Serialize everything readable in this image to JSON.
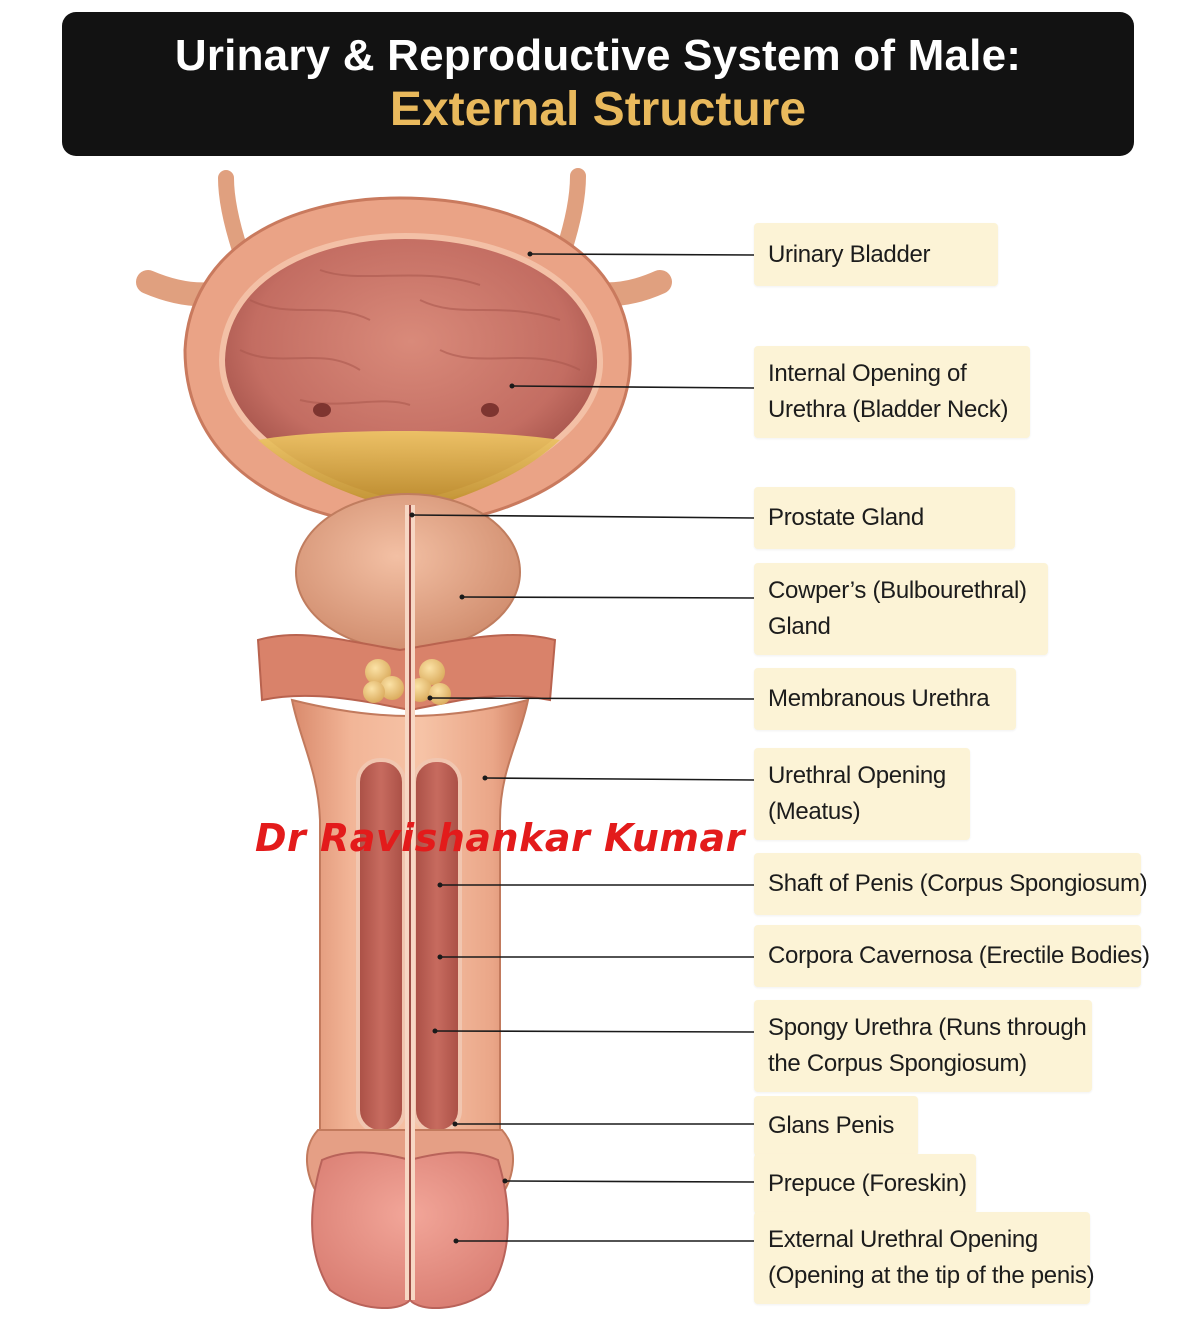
{
  "title": {
    "line1": "Urinary & Reproductive System of Male:",
    "line2": "External Structure"
  },
  "labels": [
    {
      "lines": [
        "Urinary Bladder"
      ]
    },
    {
      "lines": [
        "Internal Opening of",
        "Urethra (Bladder Neck)"
      ]
    },
    {
      "lines": [
        "Prostate Gland"
      ]
    },
    {
      "lines": [
        "Cowper’s (Bulbourethral)",
        "Gland"
      ]
    },
    {
      "lines": [
        "Membranous Urethra"
      ]
    },
    {
      "lines": [
        "Urethral Opening",
        "(Meatus)"
      ]
    },
    {
      "lines": [
        "Shaft of Penis (Corpus Spongiosum)"
      ]
    },
    {
      "lines": [
        "Corpora Cavernosa (Erectile Bodies)"
      ]
    },
    {
      "lines": [
        "Spongy Urethra (Runs through",
        "the Corpus Spongiosum)"
      ]
    },
    {
      "lines": [
        "Glans Penis"
      ]
    },
    {
      "lines": [
        "Prepuce (Foreskin)"
      ]
    },
    {
      "lines": [
        "External Urethral Opening",
        "(Opening at the tip of the penis)"
      ]
    }
  ],
  "watermark": "Dr Ravishankar Kumar",
  "colors": {
    "banner_bg": "#121212",
    "title_white": "#ffffff",
    "title_gold": "#e9b95c",
    "label_bg": "#fcf3d6",
    "watermark_red": "#e31b1b",
    "skin": "#f0b08f",
    "tissue": "#c2645a",
    "urine": "#d9a93a"
  }
}
